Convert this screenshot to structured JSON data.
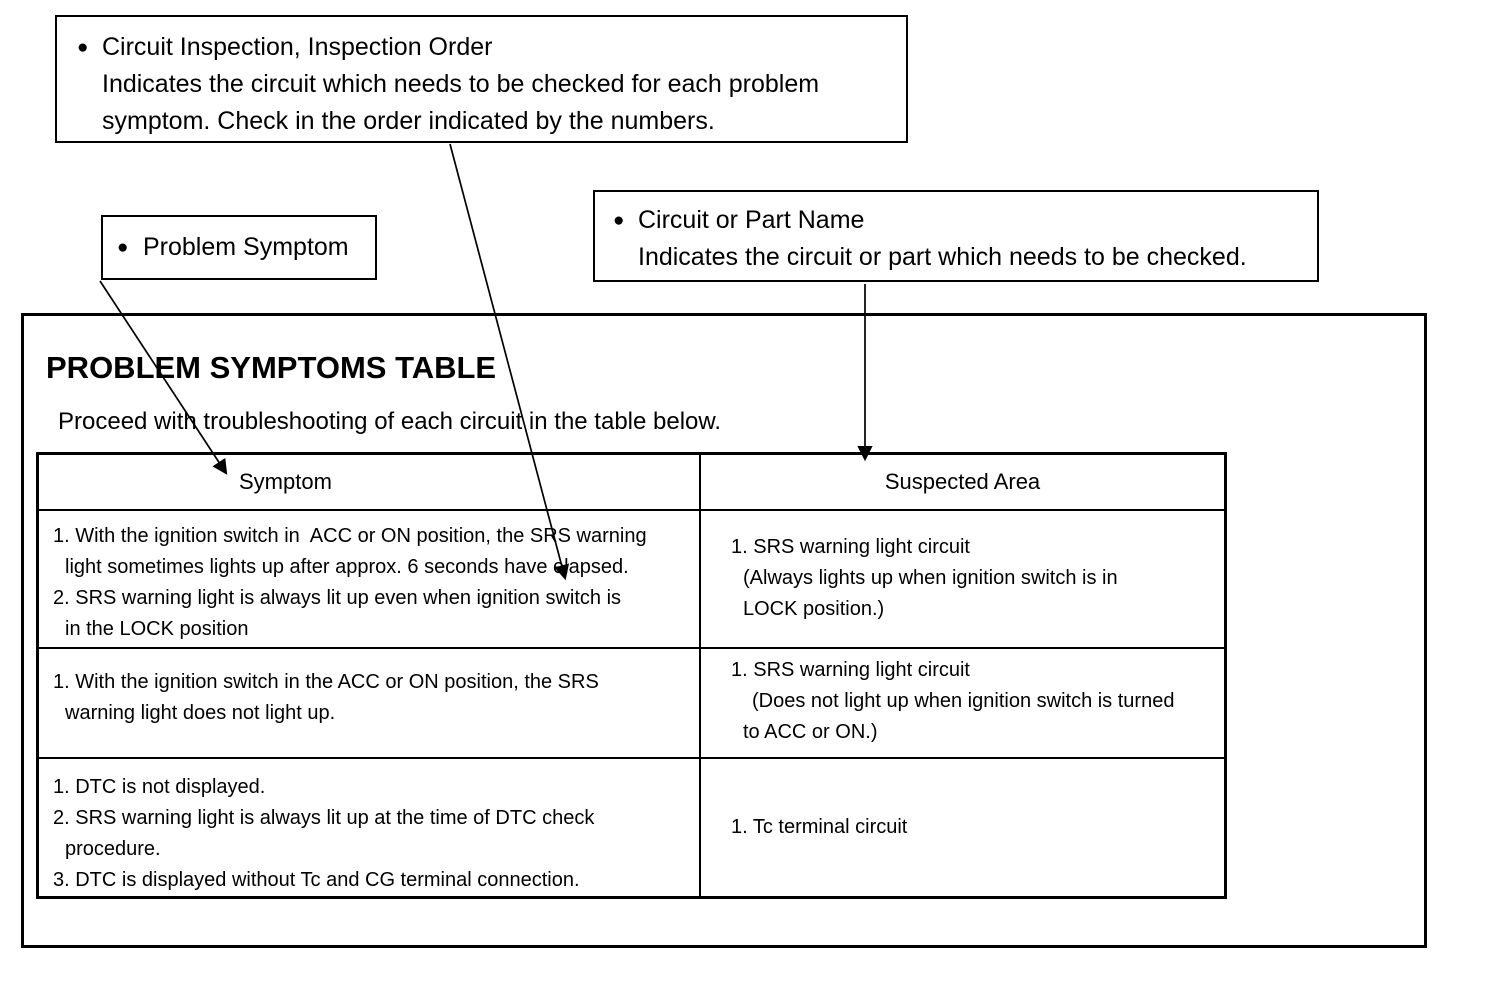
{
  "icons": {
    "bullet": "●"
  },
  "colors": {
    "ink": "#000000",
    "paper": "#ffffff"
  },
  "callouts": {
    "inspection": {
      "title": "Circuit Inspection, Inspection Order",
      "line1": "Indicates the circuit which needs to be checked for each problem",
      "line2": "symptom. Check in the order indicated by the numbers."
    },
    "problem_symptom": {
      "title": "Problem Symptom"
    },
    "circuit_or_part": {
      "title": "Circuit or Part Name",
      "line1": "Indicates the circuit or part which needs to be checked."
    }
  },
  "main": {
    "title": "PROBLEM SYMPTOMS TABLE",
    "subtitle": "Proceed with troubleshooting of each circuit in the table below.",
    "table": {
      "headers": {
        "symptom": "Symptom",
        "suspected_area": "Suspected Area"
      },
      "rows": [
        {
          "symptom_lines": [
            "1. With the ignition switch in  ACC or ON position, the SRS warning",
            "light sometimes lights up after approx. 6 seconds have elapsed.",
            "2. SRS warning light is always lit up even when ignition switch is",
            "in the LOCK position"
          ],
          "suspected_lines": [
            "1. SRS warning light circuit",
            "(Always lights up when ignition switch is in",
            "LOCK position.)"
          ]
        },
        {
          "symptom_lines": [
            "1. With the ignition switch in the ACC or ON position, the SRS",
            "warning light does not light up."
          ],
          "suspected_lines": [
            "1. SRS warning light circuit",
            "(Does not light up when ignition switch is turned",
            "to ACC or ON.)"
          ]
        },
        {
          "symptom_lines": [
            "1. DTC is not displayed.",
            "2. SRS warning light is always lit up at the time of DTC check",
            "procedure.",
            "3. DTC is displayed without Tc and CG terminal connection."
          ],
          "suspected_lines": [
            "1. Tc terminal circuit"
          ]
        }
      ]
    }
  }
}
